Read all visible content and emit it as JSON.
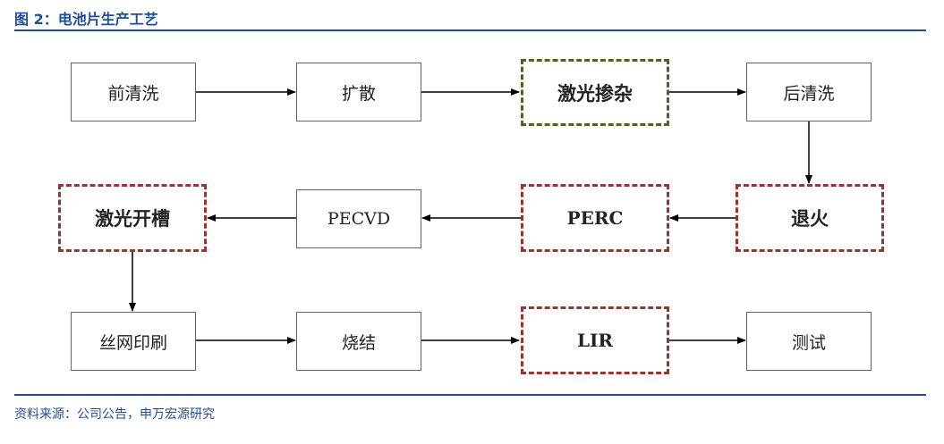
{
  "figure": {
    "title": "图 2：电池片生产工艺",
    "source": "资料来源：公司公告，申万宏源研究"
  },
  "colors": {
    "title_blue": "#1f4e99",
    "green_dashed_border": "#4f6228",
    "red_dashed_border": "#943634",
    "plain_border": "#666666"
  },
  "steps": {
    "pre_clean": "前清洗",
    "diffusion": "扩散",
    "laser_doping": "激光掺杂",
    "post_clean": "后清洗",
    "anneal": "退火",
    "perc": "PERC",
    "pecvd": "PECVD",
    "laser_grooving": "激光开槽",
    "screen_printing": "丝网印刷",
    "sintering": "烧结",
    "lir": "LIR",
    "testing": "测试"
  }
}
